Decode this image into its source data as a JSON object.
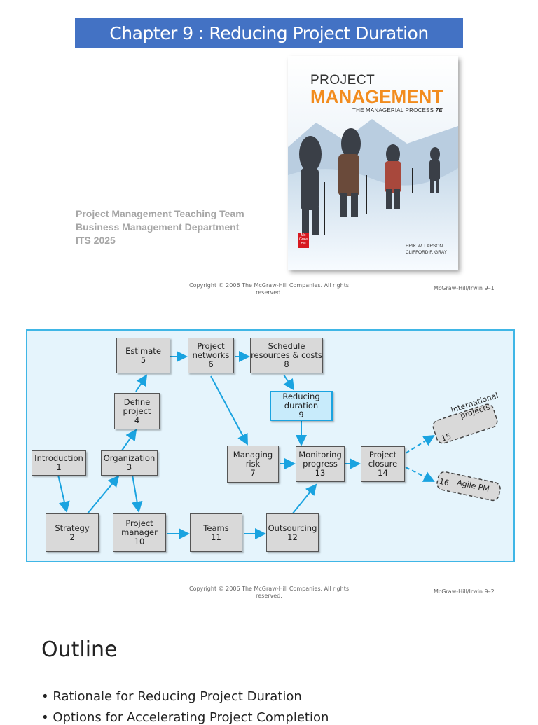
{
  "slide1": {
    "title": "Chapter 9 : Reducing Project Duration",
    "book": {
      "title_line1": "PROJECT",
      "title_line2": "MANAGEMENT",
      "subtitle": "THE MANAGERIAL PROCESS",
      "edition": "7E",
      "author1": "ERIK W. LARSON",
      "author2": "CLIFFORD F. GRAY",
      "publisher_logo": "Mc Graw Hill"
    },
    "team_lines": [
      "Project Management Teaching Team",
      "Business Management Department",
      "ITS 2025"
    ],
    "copyright": "Copyright © 2006 The McGraw-Hill Companies. All rights reserved.",
    "page_label": "McGraw-Hill/Irwin  9–1"
  },
  "slide2": {
    "nodes": {
      "estimate": [
        "Estimate",
        "5"
      ],
      "networks": [
        "Project",
        "networks",
        "6"
      ],
      "schedule": [
        "Schedule",
        "resources & costs",
        "8"
      ],
      "define": [
        "Define",
        "project",
        "4"
      ],
      "reducing": [
        "Reducing",
        "duration",
        "9"
      ],
      "intro": [
        "Introduction",
        "1"
      ],
      "organization": [
        "Organization",
        "3"
      ],
      "risk": [
        "Managing",
        "risk",
        "7"
      ],
      "monitoring": [
        "Monitoring",
        "progress",
        "13"
      ],
      "closure": [
        "Project",
        "closure",
        "14"
      ],
      "strategy": [
        "Strategy",
        "2"
      ],
      "manager": [
        "Project",
        "manager",
        "10"
      ],
      "teams": [
        "Teams",
        "11"
      ],
      "outsourcing": [
        "Outsourcing",
        "12"
      ],
      "international": [
        "International",
        "projects",
        "15"
      ],
      "agile": [
        "Agile PM",
        "16"
      ]
    },
    "copyright": "Copyright © 2006 The McGraw-Hill Companies. All rights reserved.",
    "page_label": "McGraw-Hill/Irwin  9–2"
  },
  "slide3": {
    "title": "Outline",
    "bullets": [
      "• Rationale for Reducing Project Duration",
      "• Options for Accelerating Project Completion"
    ]
  },
  "colors": {
    "banner": "#4372c4",
    "arrow": "#1aa3e0",
    "diagram_bg": "#e5f4fc",
    "management_orange": "#f28c1e"
  }
}
